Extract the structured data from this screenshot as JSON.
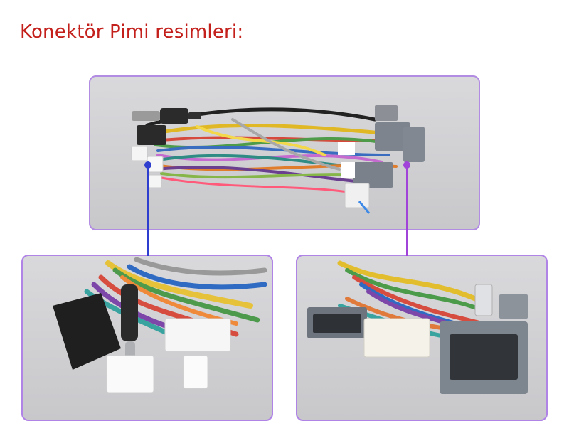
{
  "page": {
    "title": "Konektör Pimi resimleri:"
  },
  "colors": {
    "title": "#c4201b",
    "panel_border": "#a56de0",
    "left_callout": "#2e3fcf",
    "right_callout": "#a142d8",
    "panel_background": "#d3d3d6"
  },
  "images": {
    "top": "wiring-harness-overview-photo",
    "left": "white-connector-and-antenna-closeup-photo",
    "right": "gray-connector-closeup-photo"
  }
}
